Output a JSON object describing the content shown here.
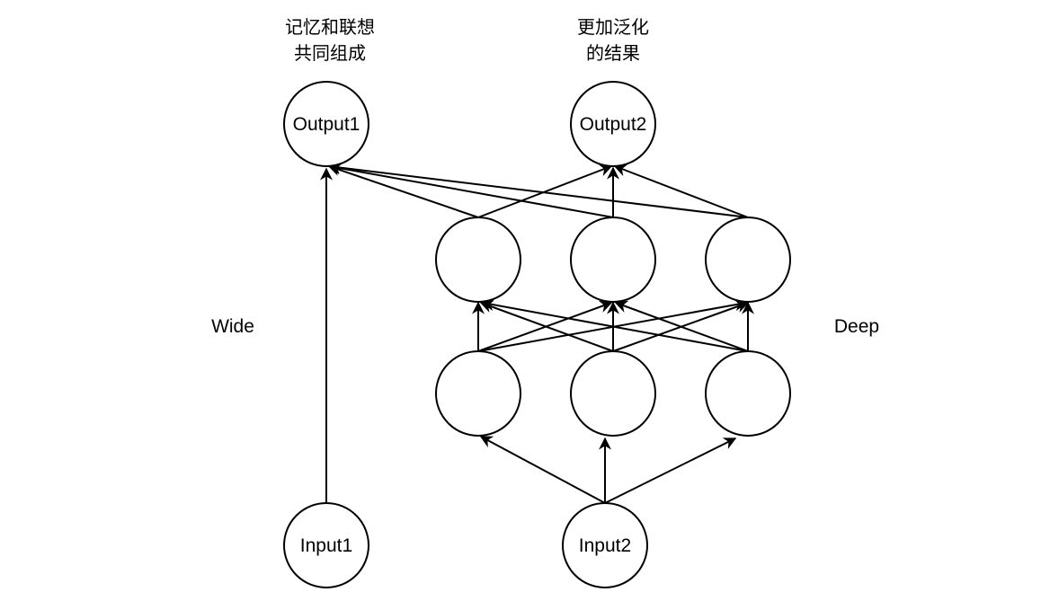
{
  "captions": {
    "wide_line1": "记忆和联想",
    "wide_line2": "共同组成",
    "deep_line1": "更加泛化",
    "deep_line2": "的结果"
  },
  "side_labels": {
    "wide": "Wide",
    "deep": "Deep"
  },
  "nodes": {
    "output1": "Output1",
    "output2": "Output2",
    "input1": "Input1",
    "input2": "Input2",
    "hidden_top_left": "",
    "hidden_top_middle": "",
    "hidden_top_right": "",
    "hidden_bottom_left": "",
    "hidden_bottom_middle": "",
    "hidden_bottom_right": ""
  },
  "colors": {
    "stroke": "#000000",
    "background": "#ffffff"
  }
}
